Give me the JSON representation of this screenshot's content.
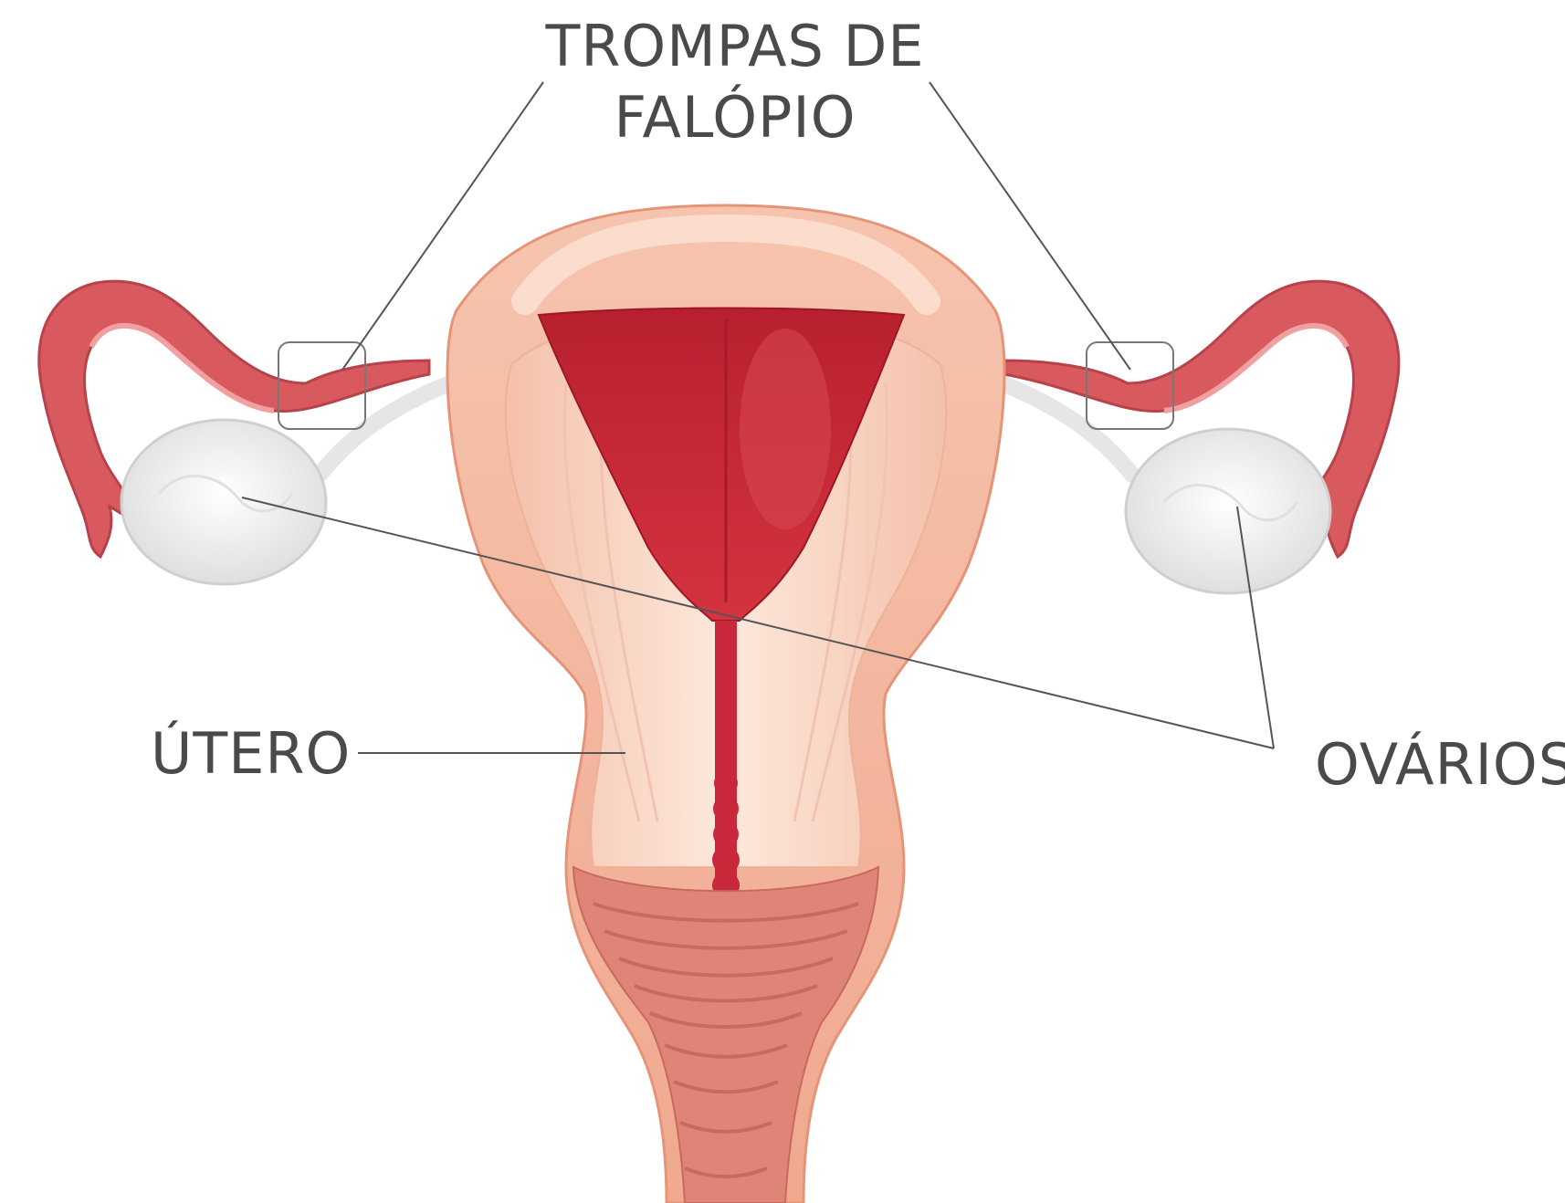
{
  "labels": {
    "tubes_line1": "TROMPAS DE",
    "tubes_line2": "FALÓPIO",
    "uterus": "ÚTERO",
    "ovaries": "OVÁRIOS"
  },
  "colors": {
    "tissue_outer": "#f2b9a3",
    "tissue_mid": "#f7cdbb",
    "tissue_light": "#fbe4d6",
    "cavity_red": "#c8283a",
    "cavity_dark": "#a8192a",
    "tube_red": "#d85a5f",
    "ovary_white": "#f1f1f1",
    "leader_line": "#555555",
    "label_text": "#4a4a4a"
  }
}
